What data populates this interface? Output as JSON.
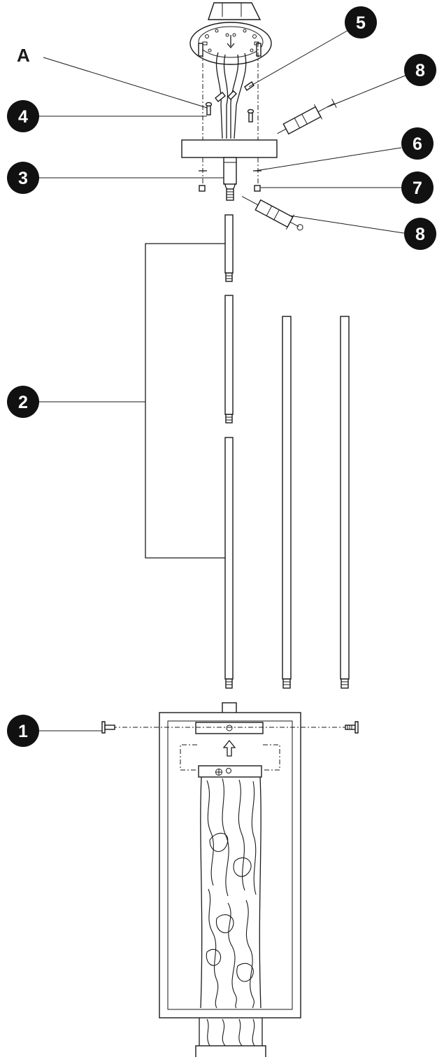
{
  "callouts": {
    "a": "A",
    "c1": "1",
    "c2": "2",
    "c3": "3",
    "c4": "4",
    "c5": "5",
    "c6": "6",
    "c7": "7",
    "c8_top": "8",
    "c8_bottom": "8"
  },
  "colors": {
    "line": "#1a1a1a",
    "badge": "#111111",
    "background": "#ffffff"
  }
}
